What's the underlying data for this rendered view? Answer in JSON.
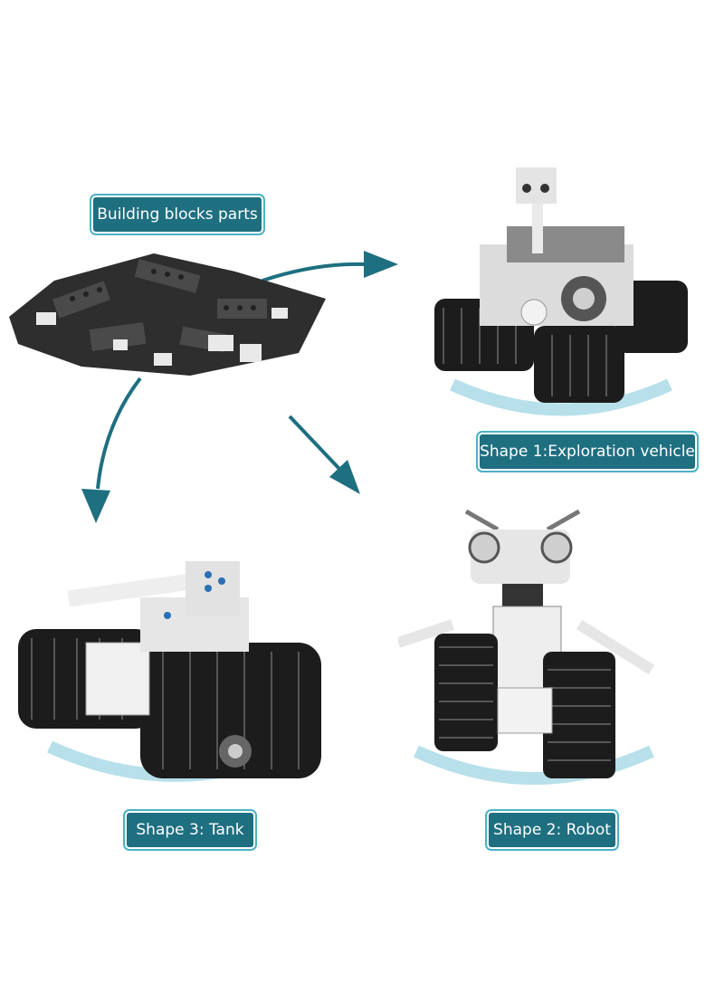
{
  "labels": {
    "parts": "Building blocks parts",
    "shape1": "Shape 1:Exploration vehicle",
    "shape2": "Shape 2: Robot",
    "shape3": "Shape 3: Tank"
  },
  "colors": {
    "label_bg": "#1e6f80",
    "label_border": "#4ab3c6",
    "arrow": "#1e6f80",
    "rotation_arc": "#b7e0ea",
    "track": "#1c1c1c",
    "brick_dark": "#3a3a3a",
    "brick_light": "#eeeeee"
  },
  "icons": [
    "arrow-right-icon",
    "arrow-down-icon",
    "arrow-diagonal-icon",
    "rotate-arc-icon"
  ]
}
